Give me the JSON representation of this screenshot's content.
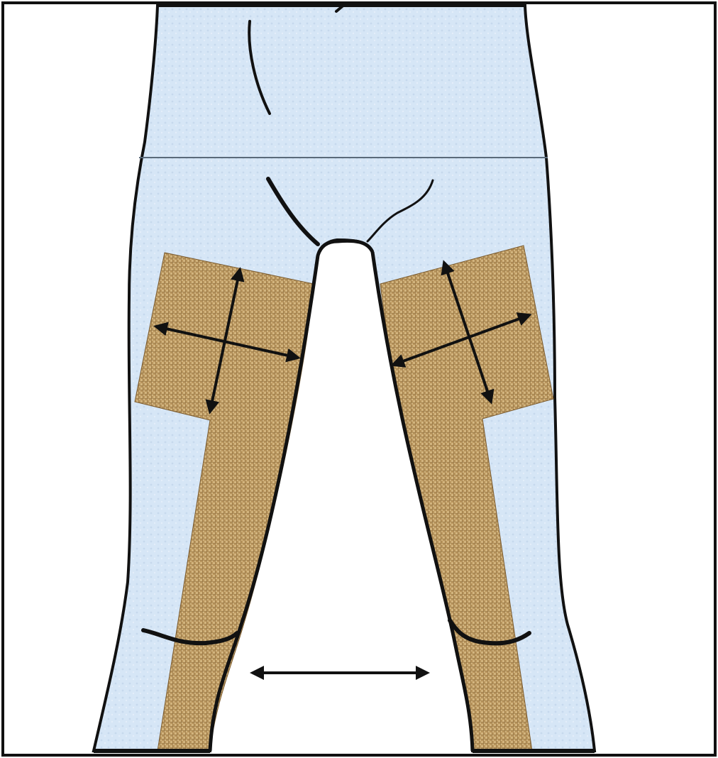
{
  "figure": {
    "subject": "pants-front-view",
    "colors": {
      "fabric": "#d6e6f6",
      "fabric_shadow": "#c2d6ea",
      "panel": "#b8945c",
      "panel_dark": "#8a6a3a",
      "panel_light": "#d2b47e",
      "outline": "#111111",
      "background": "#ffffff"
    },
    "icons": {
      "left_cross_arrows": "double-headed-arrows-crossed",
      "right_cross_arrows": "double-headed-arrows-crossed",
      "leg_spread_arrow": "double-headed-arrow-horizontal"
    }
  }
}
